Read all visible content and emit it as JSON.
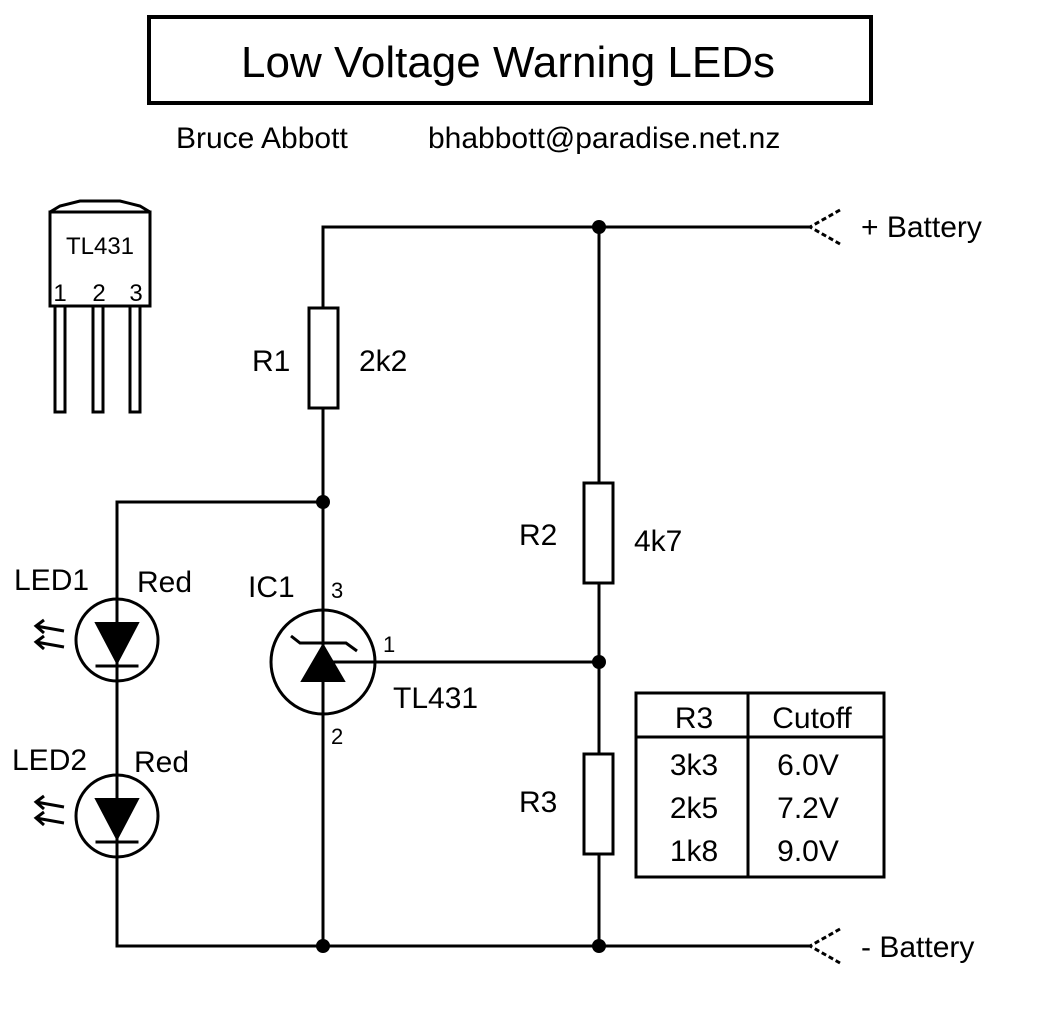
{
  "header": {
    "title": "Low Voltage Warning LEDs",
    "author": "Bruce Abbott",
    "email": "bhabbott@paradise.net.nz"
  },
  "package": {
    "part": "TL431",
    "pins": [
      "1",
      "2",
      "3"
    ]
  },
  "components": {
    "r1": {
      "ref": "R1",
      "value": "2k2"
    },
    "r2": {
      "ref": "R2",
      "value": "4k7"
    },
    "r3": {
      "ref": "R3"
    },
    "led1": {
      "ref": "LED1",
      "color": "Red"
    },
    "led2": {
      "ref": "LED2",
      "color": "Red"
    },
    "ic1": {
      "ref": "IC1",
      "part": "TL431",
      "pin_cathode": "3",
      "pin_ref": "1",
      "pin_anode": "2"
    }
  },
  "terminals": {
    "positive": "+ Battery",
    "negative": "- Battery"
  },
  "table": {
    "headers": [
      "R3",
      "Cutoff"
    ],
    "rows": [
      [
        "3k3",
        "6.0V"
      ],
      [
        "2k5",
        "7.2V"
      ],
      [
        "1k8",
        "9.0V"
      ]
    ]
  },
  "colors": {
    "ink": "#000000",
    "paper": "#ffffff"
  }
}
